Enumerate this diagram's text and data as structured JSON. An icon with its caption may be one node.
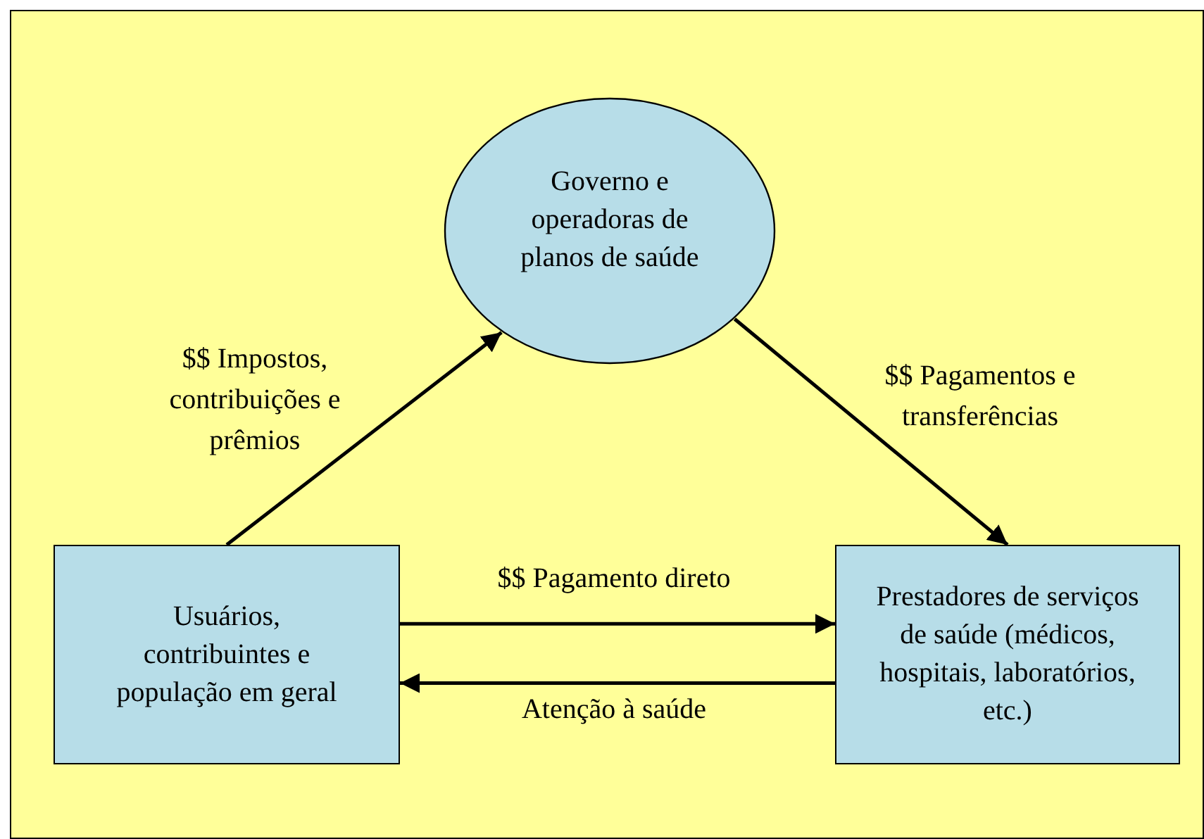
{
  "diagram": {
    "nodes": [
      {
        "text": [
          "Governo e operadoras de planos de saúde"
        ]
      },
      {
        "text": [
          "Usuários, contribuintes e população em geral"
        ]
      },
      {
        "text": [
          "Prestadores de serviços de saúde (médicos, hospitais, laboratórios, etc.)"
        ]
      }
    ],
    "edges": [
      {
        "from": 1,
        "to": 0,
        "arrow": "to",
        "label": "$$ Impostos, contribuições e prêmios"
      },
      {
        "from": 0,
        "to": 2,
        "arrow": "to",
        "label": "$$ Pagamentos e transferências"
      },
      {
        "from": 1,
        "to": 2,
        "arrow": "to",
        "label": "$$ Pagamento direto"
      },
      {
        "from": 2,
        "to": 1,
        "arrow": "to",
        "label": "Atenção à saúde"
      }
    ]
  }
}
